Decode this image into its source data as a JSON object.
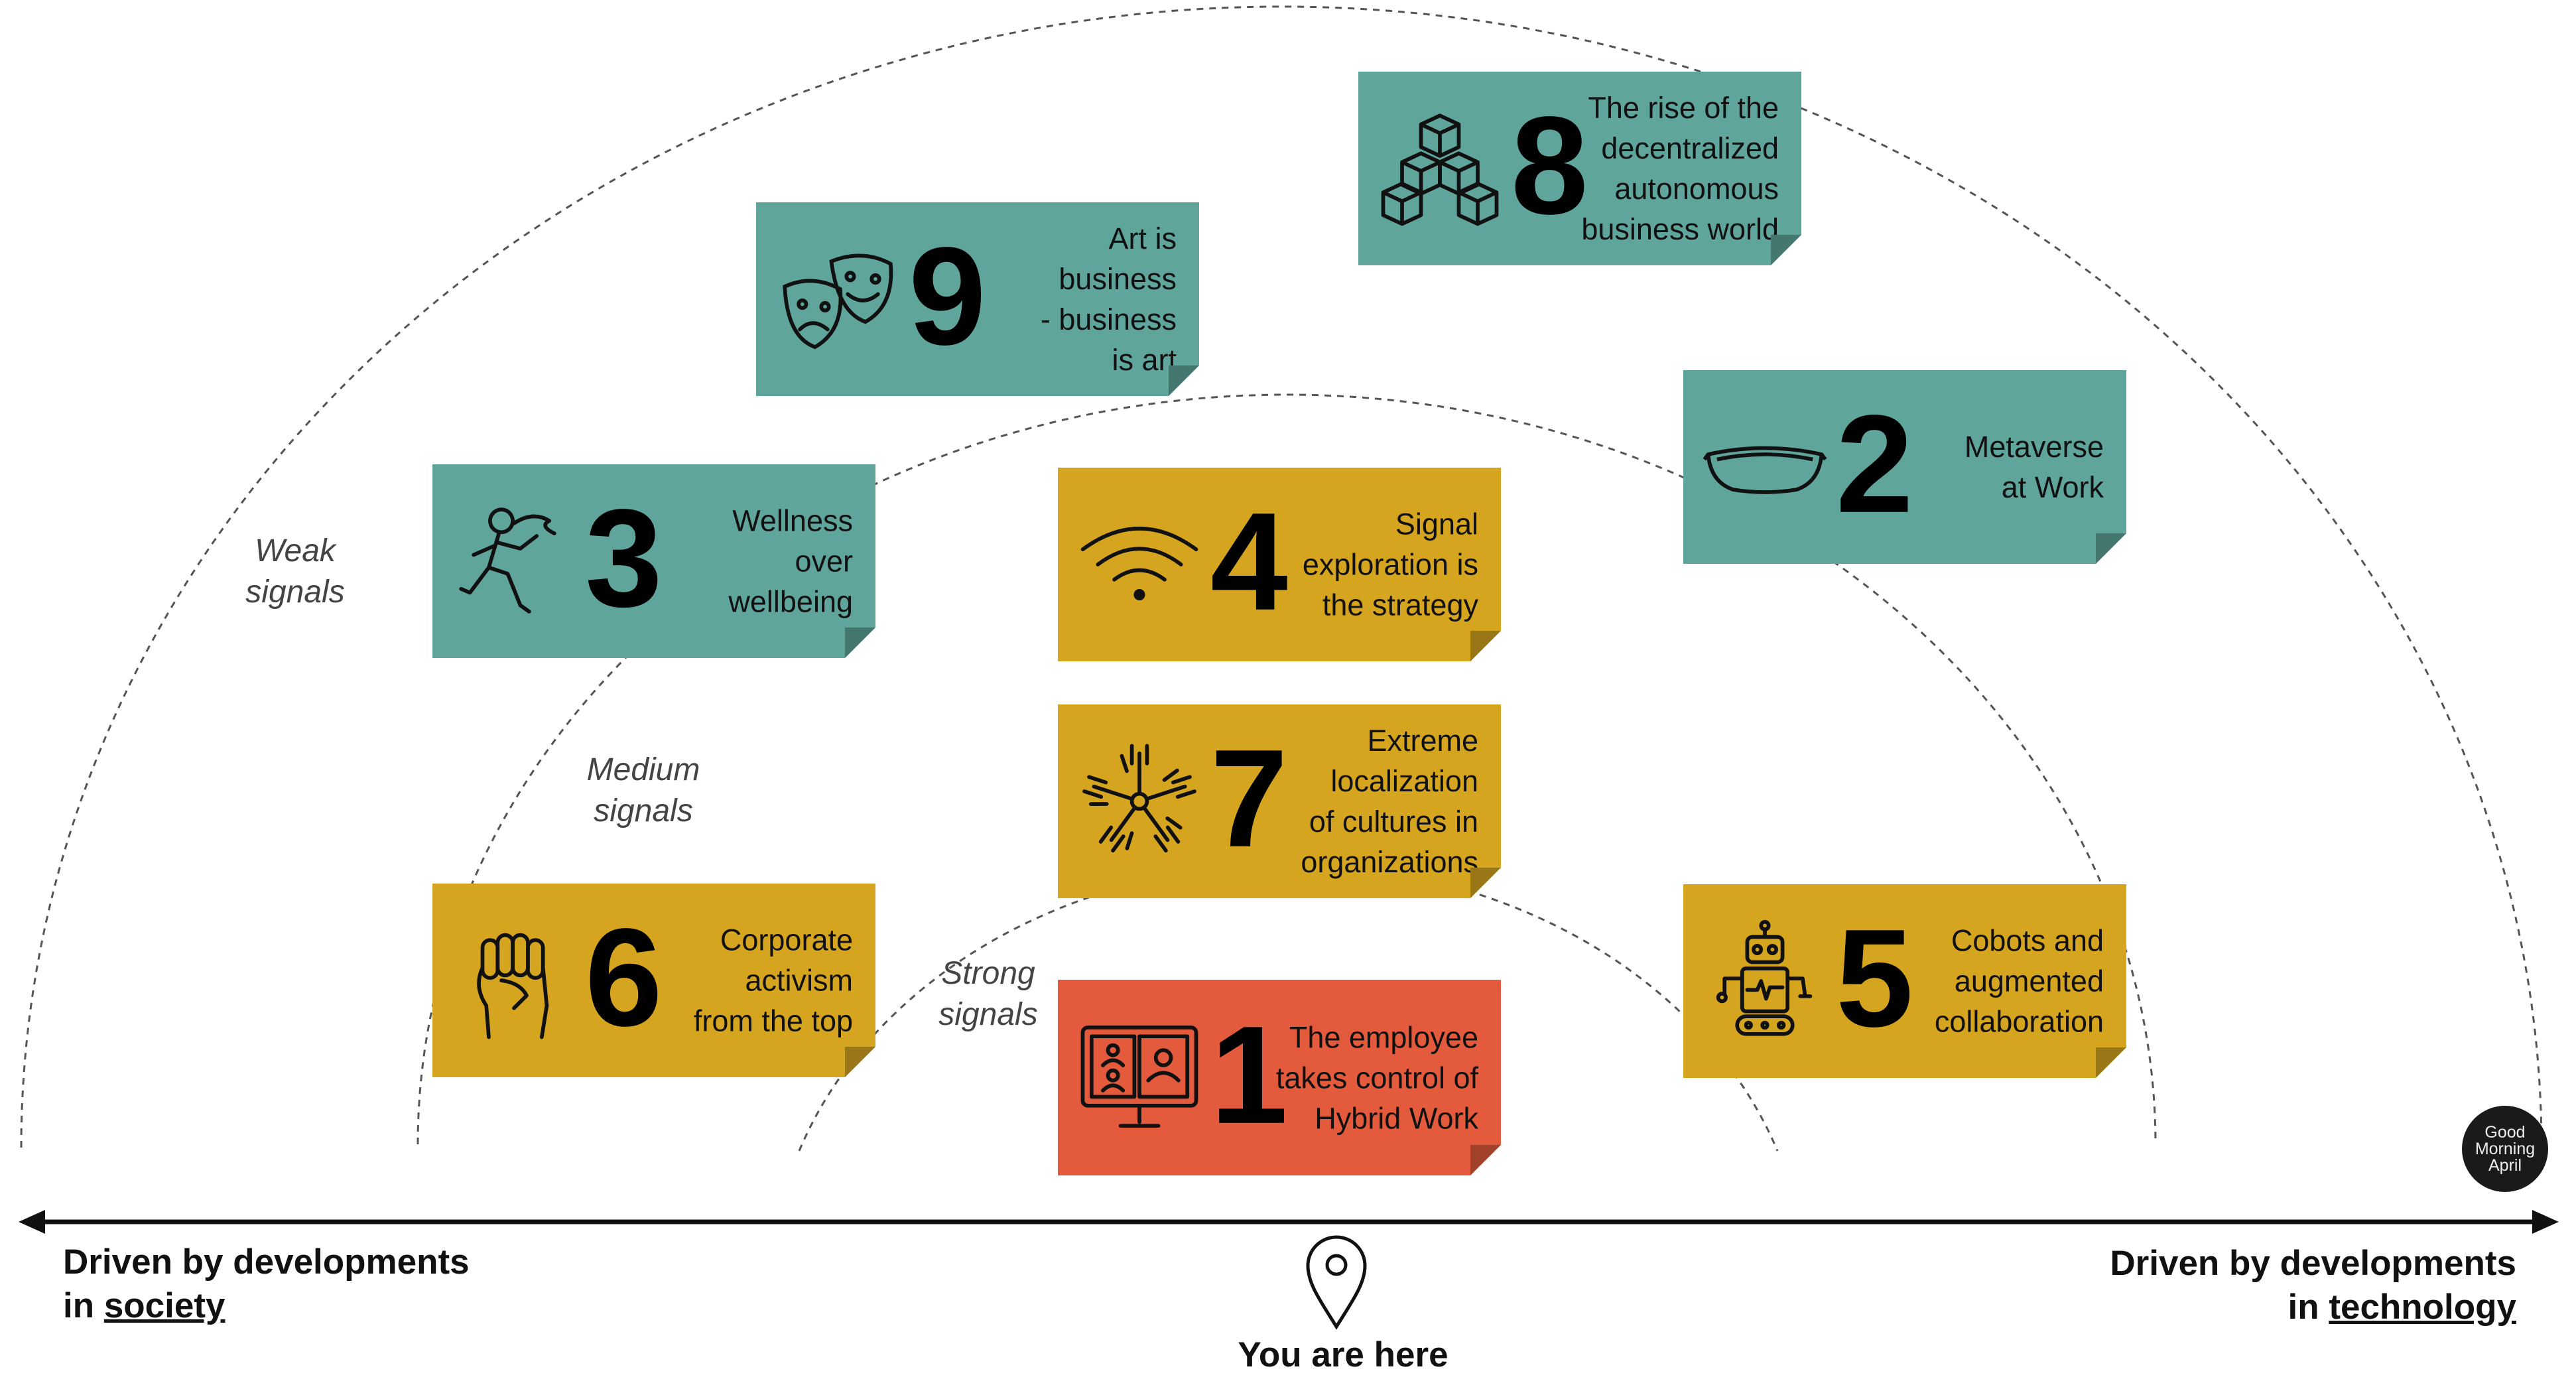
{
  "colors": {
    "teal": "#5fa59c",
    "gold": "#d6a51f",
    "red": "#e35b3c",
    "axis": "#111111"
  },
  "signals": {
    "weak": "Weak\nsignals",
    "medium": "Medium\nsignals",
    "strong": "Strong\nsignals"
  },
  "cards": {
    "c8": {
      "number": "8",
      "text": "The rise of the\ndecentralized\nautonomous\nbusiness world",
      "icon": "cubes-icon"
    },
    "c9": {
      "number": "9",
      "text": "Art is\nbusiness\n- business\nis art",
      "icon": "theater-masks-icon"
    },
    "c2": {
      "number": "2",
      "text": "Metaverse\nat Work",
      "icon": "vr-headset-icon"
    },
    "c3": {
      "number": "3",
      "text": "Wellness\nover\nwellbeing",
      "icon": "runner-icon"
    },
    "c4": {
      "number": "4",
      "text": "Signal\nexploration is\nthe strategy",
      "icon": "wifi-signal-icon"
    },
    "c7": {
      "number": "7",
      "text": "Extreme\nlocalization\nof cultures in\norganizations",
      "icon": "hands-circle-icon"
    },
    "c6": {
      "number": "6",
      "text": "Corporate\nactivism\nfrom the top",
      "icon": "raised-fist-icon"
    },
    "c5": {
      "number": "5",
      "text": "Cobots and\naugmented\ncollaboration",
      "icon": "robot-icon"
    },
    "c1": {
      "number": "1",
      "text": "The employee\ntakes control of\nHybrid Work",
      "icon": "video-call-icon"
    }
  },
  "axis": {
    "left_line1": "Driven by developments",
    "left_prefix": "in ",
    "left_word": "society",
    "right_line1": "Driven by developments",
    "right_prefix": "in ",
    "right_word": "technology"
  },
  "you_are_here": "You are here",
  "logo": {
    "l1": "Good",
    "l2": "Morning",
    "l3": "April"
  }
}
